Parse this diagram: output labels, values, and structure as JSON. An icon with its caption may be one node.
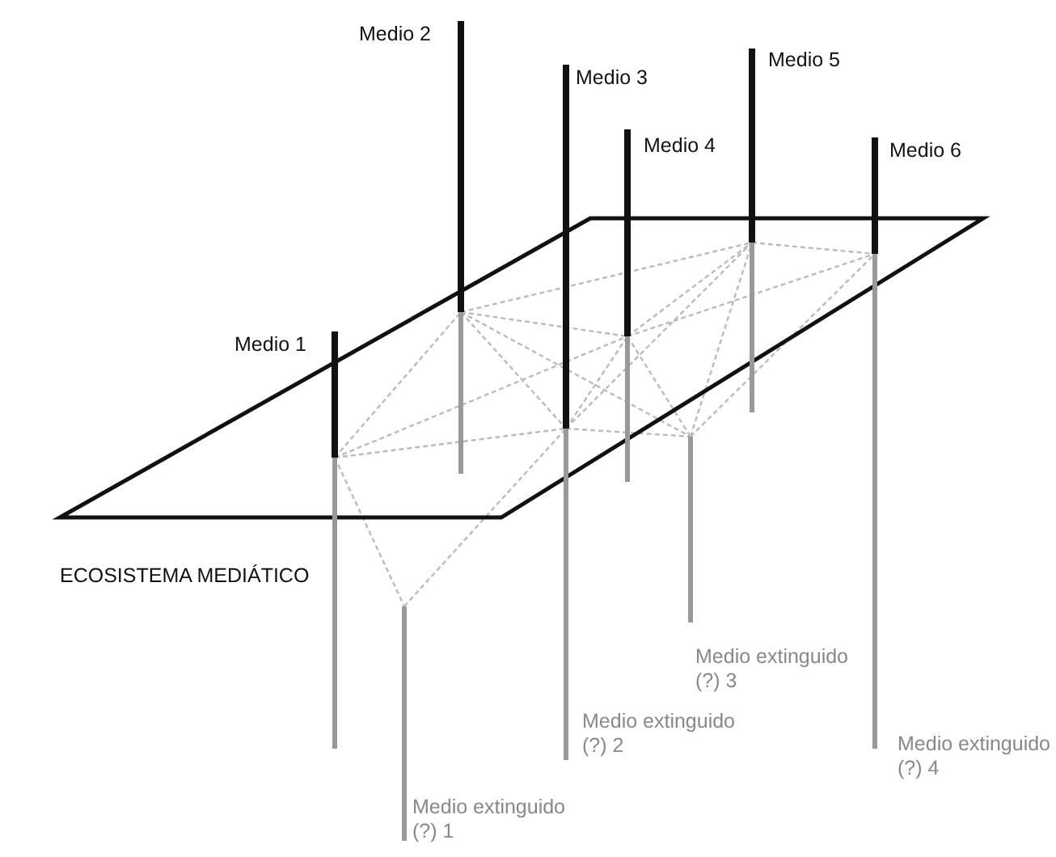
{
  "diagram": {
    "labels": [
      "Medio 2",
      "Medio 3",
      "Medio 5",
      "Medio 4",
      "Medio 6",
      "Medio 1",
      "ECOSISTEMA MEDIÁTICO",
      "Medio extinguido (?) 3",
      "Medio extinguido (?) 2",
      "Medio extinguido (?) 4",
      "Medio extinguido (?) 1"
    ]
  }
}
